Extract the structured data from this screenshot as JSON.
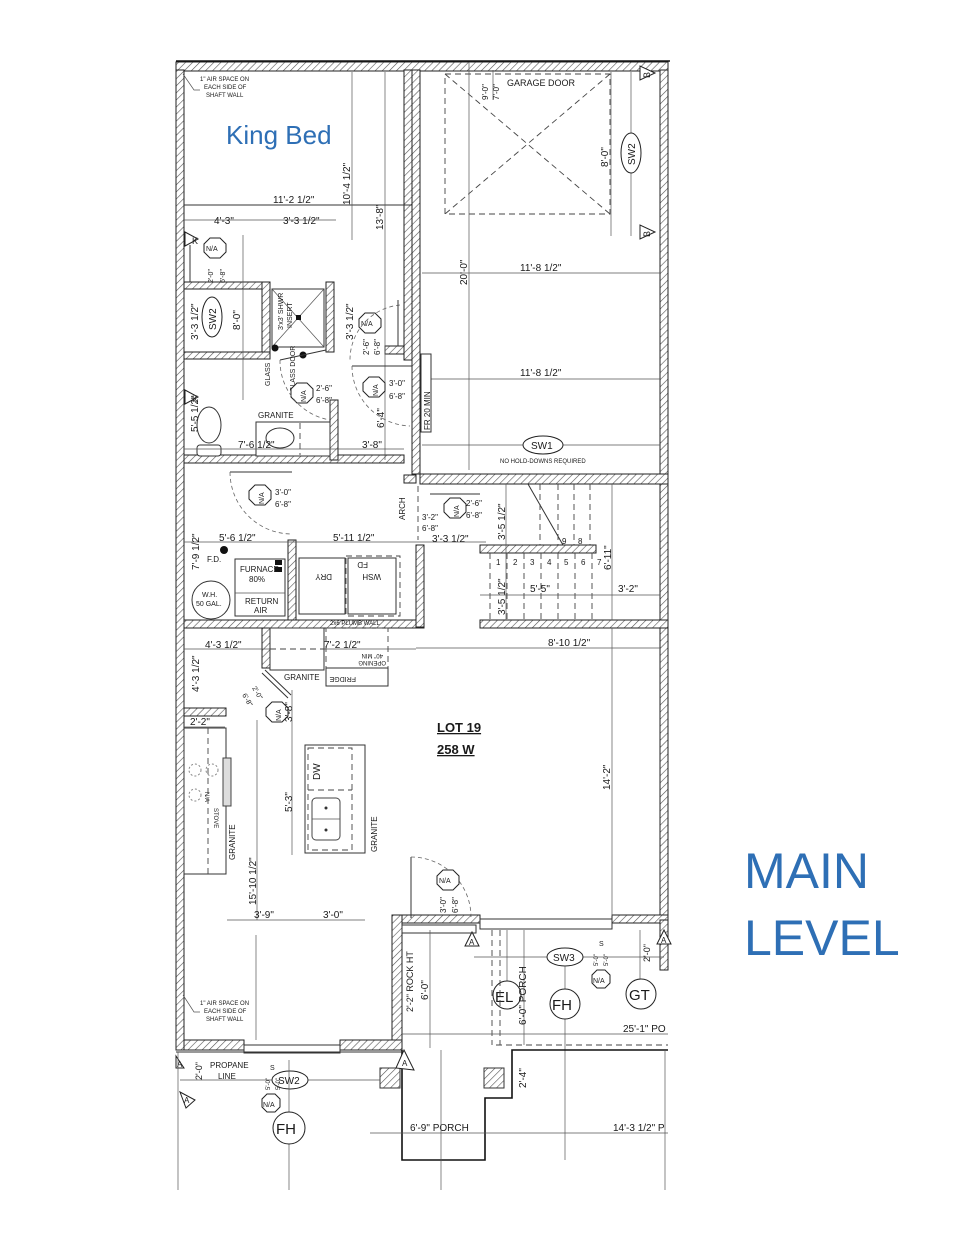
{
  "title": {
    "main_level_line1": "MAIN",
    "main_level_line2": "LEVEL",
    "bedroom_label": "King Bed"
  },
  "colors": {
    "label_blue": "#2e6fb5",
    "line": "#222222",
    "background": "#ffffff"
  },
  "lot": {
    "line1": "LOT 19",
    "line2": "258 W"
  },
  "notes": {
    "air_space_top": [
      "1\" AIR SPACE ON",
      "EACH SIDE OF",
      "SHAFT WALL"
    ],
    "air_space_bottom": [
      "1\" AIR SPACE ON",
      "EACH SIDE OF",
      "SHAFT WALL"
    ],
    "garage_door": "GARAGE DOOR",
    "garage_door_w": "9'-0\"",
    "garage_door_h": "7'-0\"",
    "no_holddowns": "NO HOLD-DOWNS REQUIRED",
    "fr_20": "FR 20 MIN",
    "arch": "ARCH",
    "plumb_wall": "2x6 PLUMB WALL",
    "propane": [
      "PROPANE",
      "LINE"
    ],
    "rock_ht": "2'-2\" ROCK HT",
    "glass": "GLASS",
    "glass_door": "GLASS DOOR",
    "shower": [
      "3'x3' SHWR",
      "INSERT"
    ],
    "fridge": "FRIDGE",
    "fridge_opening": [
      "40\" MIN",
      "OPENING"
    ]
  },
  "rooms": {
    "granite_bath": "GRANITE",
    "granite_kitchen": "GRANITE",
    "granite_range": "GRANITE",
    "granite_island": "GRANITE",
    "furnace": [
      "FURNACE",
      "80%"
    ],
    "return_air": [
      "RETURN",
      "AIR"
    ],
    "water_heater": [
      "W.H.",
      "50 GAL."
    ],
    "floor_drain": "F.D.",
    "dryer": "DRY",
    "washer": "WSH",
    "washer_fd": "FD",
    "dishwasher": "DW",
    "stove": "STOVE",
    "stove_na": "N/A"
  },
  "dimensions": {
    "bed_width": "11'-2 1/2\"",
    "bed_depth": "10'-4 1/2\"",
    "overall_13_8": "13'-8\"",
    "bath_w1": "4'-3\"",
    "bath_w2": "3'-3 1/2\"",
    "bath_h1": "3'-3 1/2\"",
    "bath_h2": "3'-3 1/2\"",
    "bath_8_0": "8'-0\"",
    "bath_5_5": "5'-5 1/2\"",
    "bath_7_6": "7'-6 1/2\"",
    "hall_3_8": "3'-8\"",
    "hall_6_4": "6'-4\"",
    "garage_20": "20'-0\"",
    "garage_w1": "11'-8 1/2\"",
    "garage_w2": "11'-8 1/2\"",
    "garage_8_0": "8'-0\"",
    "mech_5_6": "5'-6 1/2\"",
    "mech_7_9": "7'-9 1/2\"",
    "laundry_5_11": "5'-11 1/2\"",
    "hall_3_3": "3'-3 1/2\"",
    "stair_3_5a": "3'-5 1/2\"",
    "stair_3_5b": "3'-5 1/2\"",
    "stair_5_5": "5'-5\"",
    "stair_3_2": "3'-2\"",
    "stair_6_11": "6'-11\"",
    "living_8_10": "8'-10 1/2\"",
    "kitchen_4_3a": "4'-3 1/2\"",
    "kitchen_4_3b": "4'-3 1/2\"",
    "kitchen_7_2": "7'-2 1/2\"",
    "kitchen_2_2": "2'-2\"",
    "kitchen_3_8": "3'-8\"",
    "kitchen_5_3": "5'-3\"",
    "kitchen_15_10": "15'-10 1/2\"",
    "kitchen_3_9": "3'-9\"",
    "kitchen_3_0": "3'-0\"",
    "living_14_2": "14'-2\"",
    "porch_6_0": "6'-0\"",
    "porch_6_0b": "6'-0\" PORCH",
    "porch_25_1": "25'-1\" PO",
    "porch_2_0": "2'-0\"",
    "porch_2_0b": "2'-0\"",
    "porch_2_4": "2'-4\"",
    "porch_6_9": "6'-9\" PORCH",
    "porch_14_3": "14'-3 1/2\" P",
    "outlet_5_0a": "5'-0\"",
    "outlet_5_0b": "5'-0\"",
    "outlet_5_0c": "5'-0\"",
    "outlet_5_0d": "5'-0\""
  },
  "doors": [
    {
      "tag": "N/A",
      "w": "2'-0\"",
      "h": "6'-8\""
    },
    {
      "tag": "N/A",
      "w": "2'-6\"",
      "h": "6'-8\""
    },
    {
      "tag": "N/A",
      "w": "2'-6\"",
      "h": "6'-8\""
    },
    {
      "tag": "N/A",
      "w": "3'-0\"",
      "h": "6'-8\""
    },
    {
      "tag": "N/A",
      "w": "3'-0\"",
      "h": "6'-8\""
    },
    {
      "tag": "N/A",
      "w": "2'-6\"",
      "h": "6'-8\""
    },
    {
      "tag": "N/A",
      "w": "3'-2\"",
      "h": "6'-8\""
    },
    {
      "tag": "N/A",
      "w": "2'-0\"",
      "h": "6'-8\""
    },
    {
      "tag": "N/A",
      "w": "3'-0\"",
      "h": "6'-8\""
    }
  ],
  "shear_walls": {
    "sw1": "SW1",
    "sw2_garage": "SW2",
    "sw2_bath": "SW2",
    "sw2_front": "SW2",
    "sw3": "SW3"
  },
  "fixtures": {
    "el": "EL",
    "fh_porch": "FH",
    "fh_front": "FH",
    "gt": "GT",
    "outlet_s1": "S",
    "outlet_s2": "S",
    "outlet_na1": "N/A",
    "outlet_na2": "N/A"
  },
  "markers": {
    "b": "B",
    "k": "K",
    "a": "A"
  },
  "stairs": {
    "treads_lower": [
      "1",
      "2",
      "3",
      "4",
      "5",
      "6",
      "7"
    ],
    "treads_upper": [
      "9",
      "8"
    ]
  }
}
